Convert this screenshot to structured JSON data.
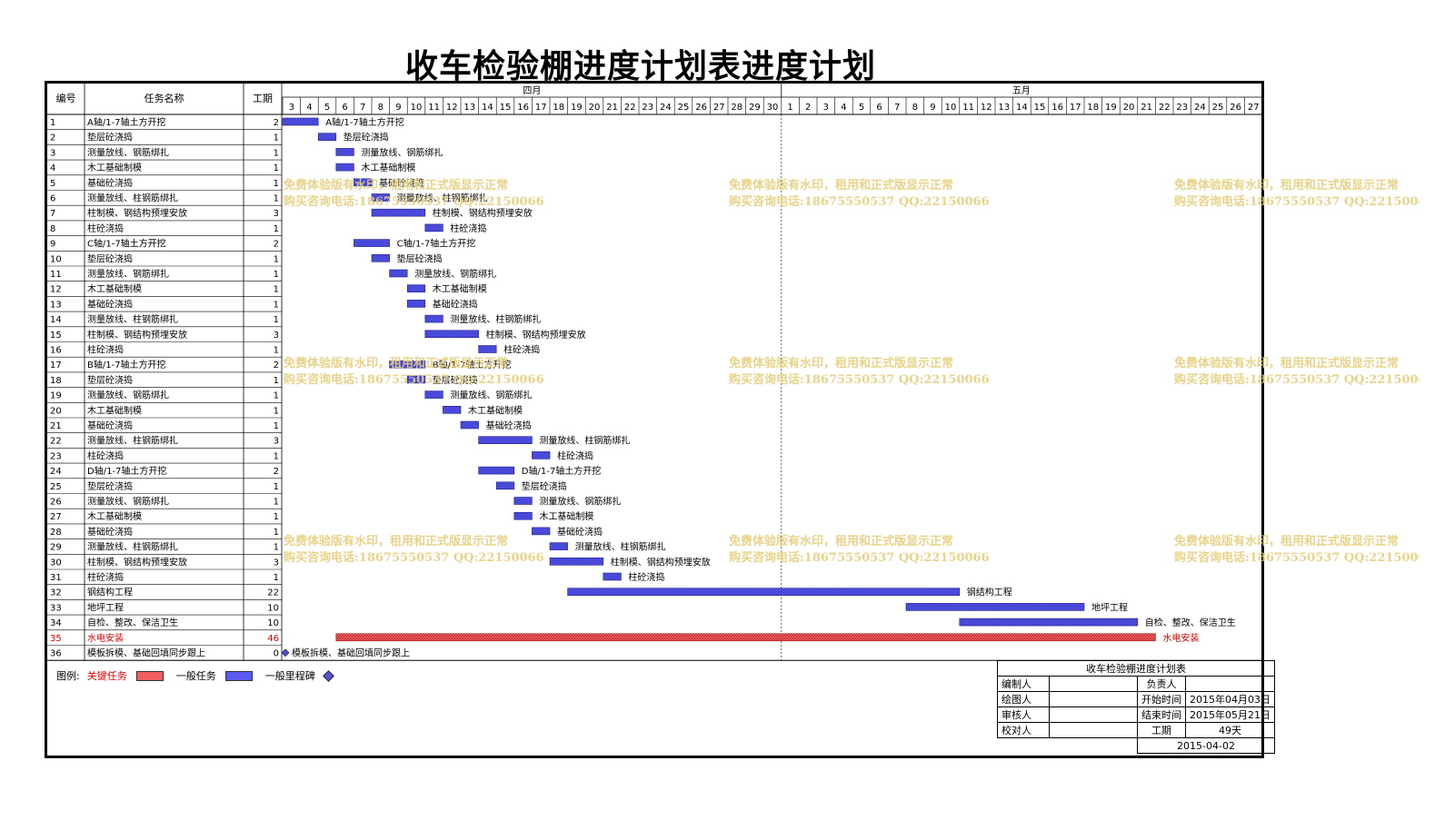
{
  "title": "收车检验棚进度计划表进度计划",
  "header": {
    "id_label": "编号",
    "name_label": "任务名称",
    "dur_label": "工期",
    "month1": "四月",
    "month2": "五月"
  },
  "april_days": [
    "3",
    "4",
    "5",
    "6",
    "7",
    "8",
    "9",
    "10",
    "11",
    "12",
    "13",
    "14",
    "15",
    "16",
    "17",
    "18",
    "19",
    "20",
    "21",
    "22",
    "23",
    "24",
    "25",
    "26",
    "27",
    "28",
    "29",
    "30"
  ],
  "may_days": [
    "1",
    "2",
    "3",
    "4",
    "5",
    "6",
    "7",
    "8",
    "9",
    "10",
    "11",
    "12",
    "13",
    "14",
    "15",
    "16",
    "17",
    "18",
    "19",
    "20",
    "21",
    "22",
    "23",
    "24",
    "25",
    "26",
    "27"
  ],
  "tasks": [
    {
      "id": "1",
      "name": "A轴/1-7轴土方开挖",
      "dur": "2",
      "start": "04-03",
      "days": 2,
      "type": "normal"
    },
    {
      "id": "2",
      "name": "垫层砼浇捣",
      "dur": "1",
      "start": "04-05",
      "days": 1,
      "type": "normal"
    },
    {
      "id": "3",
      "name": "测量放线、钢筋绑扎",
      "dur": "1",
      "start": "04-06",
      "days": 1,
      "type": "normal"
    },
    {
      "id": "4",
      "name": "木工基础制模",
      "dur": "1",
      "start": "04-06",
      "days": 1,
      "type": "normal"
    },
    {
      "id": "5",
      "name": "基础砼浇捣",
      "dur": "1",
      "start": "04-07",
      "days": 1,
      "type": "normal"
    },
    {
      "id": "6",
      "name": "测量放线、柱钢筋绑扎",
      "dur": "1",
      "start": "04-08",
      "days": 1,
      "type": "normal"
    },
    {
      "id": "7",
      "name": "柱制模、钢结构预埋安放",
      "dur": "3",
      "start": "04-08",
      "days": 3,
      "type": "normal"
    },
    {
      "id": "8",
      "name": "柱砼浇捣",
      "dur": "1",
      "start": "04-11",
      "days": 1,
      "type": "normal"
    },
    {
      "id": "9",
      "name": "C轴/1-7轴土方开挖",
      "dur": "2",
      "start": "04-07",
      "days": 2,
      "type": "normal"
    },
    {
      "id": "10",
      "name": "垫层砼浇捣",
      "dur": "1",
      "start": "04-08",
      "days": 1,
      "type": "normal"
    },
    {
      "id": "11",
      "name": "测量放线、钢筋绑扎",
      "dur": "1",
      "start": "04-09",
      "days": 1,
      "type": "normal"
    },
    {
      "id": "12",
      "name": "木工基础制模",
      "dur": "1",
      "start": "04-10",
      "days": 1,
      "type": "normal"
    },
    {
      "id": "13",
      "name": "基础砼浇捣",
      "dur": "1",
      "start": "04-10",
      "days": 1,
      "type": "normal"
    },
    {
      "id": "14",
      "name": "测量放线、柱钢筋绑扎",
      "dur": "1",
      "start": "04-11",
      "days": 1,
      "type": "normal"
    },
    {
      "id": "15",
      "name": "柱制模、钢结构预埋安放",
      "dur": "3",
      "start": "04-11",
      "days": 3,
      "type": "normal"
    },
    {
      "id": "16",
      "name": "柱砼浇捣",
      "dur": "1",
      "start": "04-14",
      "days": 1,
      "type": "normal"
    },
    {
      "id": "17",
      "name": "B轴/1-7轴土方开挖",
      "dur": "2",
      "start": "04-09",
      "days": 2,
      "type": "normal"
    },
    {
      "id": "18",
      "name": "垫层砼浇捣",
      "dur": "1",
      "start": "04-10",
      "days": 1,
      "type": "normal"
    },
    {
      "id": "19",
      "name": "测量放线、钢筋绑扎",
      "dur": "1",
      "start": "04-11",
      "days": 1,
      "type": "normal"
    },
    {
      "id": "20",
      "name": "木工基础制模",
      "dur": "1",
      "start": "04-12",
      "days": 1,
      "type": "normal"
    },
    {
      "id": "21",
      "name": "基础砼浇捣",
      "dur": "1",
      "start": "04-13",
      "days": 1,
      "type": "normal"
    },
    {
      "id": "22",
      "name": "测量放线、柱钢筋绑扎",
      "dur": "3",
      "start": "04-14",
      "days": 3,
      "type": "normal"
    },
    {
      "id": "23",
      "name": "柱砼浇捣",
      "dur": "1",
      "start": "04-17",
      "days": 1,
      "type": "normal"
    },
    {
      "id": "24",
      "name": "D轴/1-7轴土方开挖",
      "dur": "2",
      "start": "04-14",
      "days": 2,
      "type": "normal"
    },
    {
      "id": "25",
      "name": "垫层砼浇捣",
      "dur": "1",
      "start": "04-15",
      "days": 1,
      "type": "normal"
    },
    {
      "id": "26",
      "name": "测量放线、钢筋绑扎",
      "dur": "1",
      "start": "04-16",
      "days": 1,
      "type": "normal"
    },
    {
      "id": "27",
      "name": "木工基础制模",
      "dur": "1",
      "start": "04-16",
      "days": 1,
      "type": "normal"
    },
    {
      "id": "28",
      "name": "基础砼浇捣",
      "dur": "1",
      "start": "04-17",
      "days": 1,
      "type": "normal"
    },
    {
      "id": "29",
      "name": "测量放线、柱钢筋绑扎",
      "dur": "1",
      "start": "04-18",
      "days": 1,
      "type": "normal"
    },
    {
      "id": "30",
      "name": "柱制模、钢结构预埋安放",
      "dur": "3",
      "start": "04-18",
      "days": 3,
      "type": "normal"
    },
    {
      "id": "31",
      "name": "柱砼浇捣",
      "dur": "1",
      "start": "04-21",
      "days": 1,
      "type": "normal"
    },
    {
      "id": "32",
      "name": "钢结构工程",
      "dur": "22",
      "start": "04-19",
      "days": 22,
      "type": "normal"
    },
    {
      "id": "33",
      "name": "地坪工程",
      "dur": "10",
      "start": "05-08",
      "days": 10,
      "type": "normal"
    },
    {
      "id": "34",
      "name": "自检、整改、保洁卫生",
      "dur": "10",
      "start": "05-11",
      "days": 10,
      "type": "normal"
    },
    {
      "id": "35",
      "name": "水电安装",
      "dur": "46",
      "start": "04-06",
      "days": 46,
      "type": "critical"
    },
    {
      "id": "36",
      "name": "模板拆模、基础回填同步跟上",
      "dur": "0",
      "start": "04-03",
      "days": 0,
      "type": "milestone"
    }
  ],
  "watermark": {
    "line1": "免费体验版有水印，租用和正式版显示正常",
    "line2": "购买咨询电话:18675550537 QQ:22150066"
  },
  "legend": {
    "label": "图例:",
    "critical": "关键任务",
    "normal": "一般任务",
    "milestone": "一般里程碑"
  },
  "info": {
    "title": "收车检验棚进度计划表",
    "compiler_label": "编制人",
    "compiler": "",
    "manager_label": "负责人",
    "manager": "",
    "drawer_label": "绘图人",
    "drawer": "",
    "start_label": "开始时间",
    "start": "2015年04月03日",
    "reviewer_label": "审核人",
    "reviewer": "",
    "end_label": "结束时间",
    "end": "2015年05月21日",
    "checker_label": "校对人",
    "checker": "",
    "duration_label": "工期",
    "duration": "49天",
    "date": "2015-04-02"
  },
  "colors": {
    "normal_bar": "#4a4ae6",
    "critical_bar": "#e84c4c",
    "critical_text": "#e00000",
    "milestone": "#4d4dd8"
  }
}
